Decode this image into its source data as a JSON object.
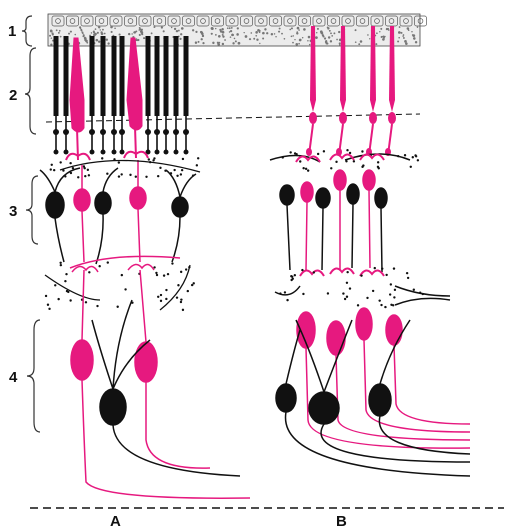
{
  "diagram": {
    "layer_labels": [
      "1",
      "2",
      "3",
      "4"
    ],
    "panel_labels": [
      "A",
      "B"
    ],
    "colors": {
      "highlight": "#e6197f",
      "ink": "#111111",
      "bracket": "#333333",
      "layer1_fill": "#e9e9e9",
      "background": "#ffffff"
    }
  }
}
